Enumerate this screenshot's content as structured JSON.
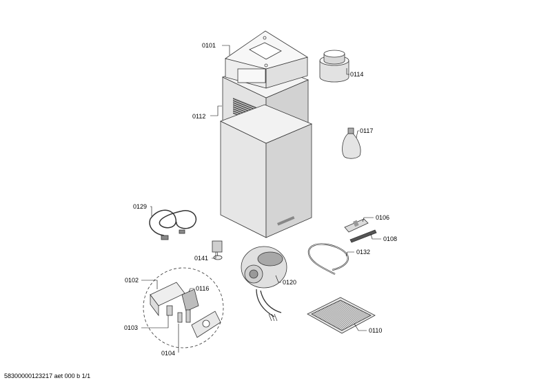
{
  "parts": [
    {
      "id": "p0101",
      "label": "0101"
    },
    {
      "id": "p0114",
      "label": "0114"
    },
    {
      "id": "p0112",
      "label": "0112"
    },
    {
      "id": "p0117",
      "label": "0117"
    },
    {
      "id": "p0129",
      "label": "0129"
    },
    {
      "id": "p0106",
      "label": "0106"
    },
    {
      "id": "p0108",
      "label": "0108"
    },
    {
      "id": "p0141",
      "label": "0141"
    },
    {
      "id": "p0132",
      "label": "0132"
    },
    {
      "id": "p0102",
      "label": "0102"
    },
    {
      "id": "p0116",
      "label": "0116"
    },
    {
      "id": "p0120",
      "label": "0120"
    },
    {
      "id": "p0103",
      "label": "0103"
    },
    {
      "id": "p0110",
      "label": "0110"
    },
    {
      "id": "p0104",
      "label": "0104"
    }
  ],
  "footer": "58300000123217 aet 000 b 1/1"
}
